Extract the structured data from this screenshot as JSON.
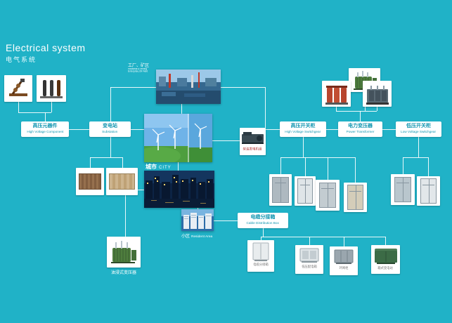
{
  "page": {
    "title": "Electrical system",
    "subtitle": "电气系统"
  },
  "labels": {
    "hv_component": {
      "zh": "高压元器件",
      "en": "High Voltage Component"
    },
    "substation": {
      "zh": "变电站",
      "en": "Substation"
    },
    "hv_switchgear": {
      "zh": "高压开关柜",
      "en": "High Voltage Switchgear"
    },
    "power_transformer": {
      "zh": "电力变压器",
      "en": "Power Transformer"
    },
    "lv_switchgear": {
      "zh": "低压开关柜",
      "en": "Low Voltage Switchgear"
    },
    "cable_box": {
      "zh": "电缆分接箱",
      "en": "Cable Distribution Box"
    }
  },
  "scenes": {
    "industrial": {
      "zh": "工厂、矿区",
      "en": "Industrial & Mining Enterprise,Oil Field"
    },
    "city": {
      "zh": "城市",
      "en": "CITY"
    },
    "residential": {
      "zh": "小区",
      "en": "Resident Area"
    }
  },
  "captions": {
    "generator": "柴油发电机组",
    "oil_transformer": "油浸式变压器",
    "dist_box1": "电缆分接箱",
    "dist_box2": "低压配电箱",
    "dist_box3": "环网柜",
    "dist_box4": "箱式变电站"
  },
  "colors": {
    "background": "#20b2c7",
    "label_text": "#1095b0",
    "line": "#ffffff"
  }
}
